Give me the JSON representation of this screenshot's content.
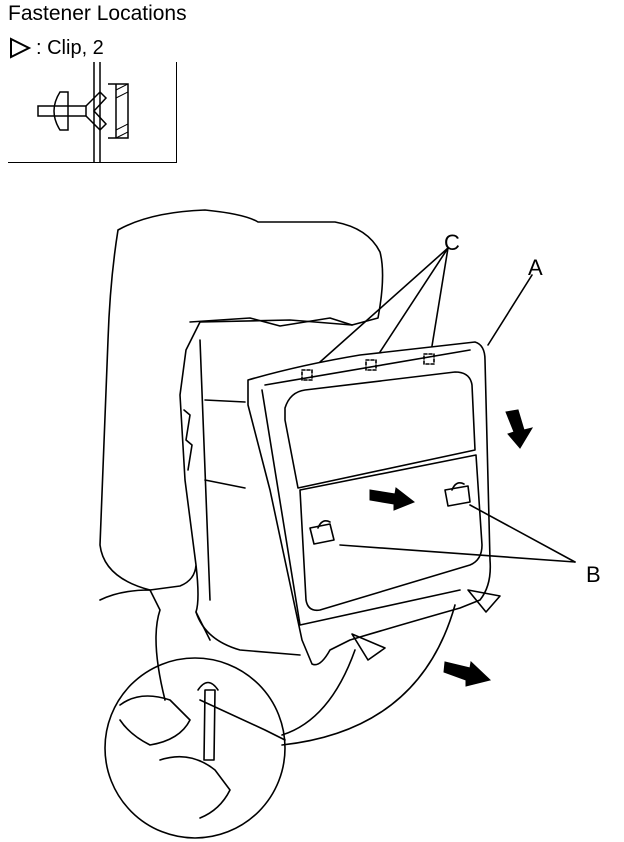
{
  "header": {
    "title": "Fastener Locations",
    "legend_text": ": Clip, 2"
  },
  "callouts": {
    "a": "A",
    "b": "B",
    "c": "C"
  },
  "icons": {
    "clip_symbol": "triangle-outline-icon",
    "motion_arrow": "bold-arrow-icon"
  }
}
